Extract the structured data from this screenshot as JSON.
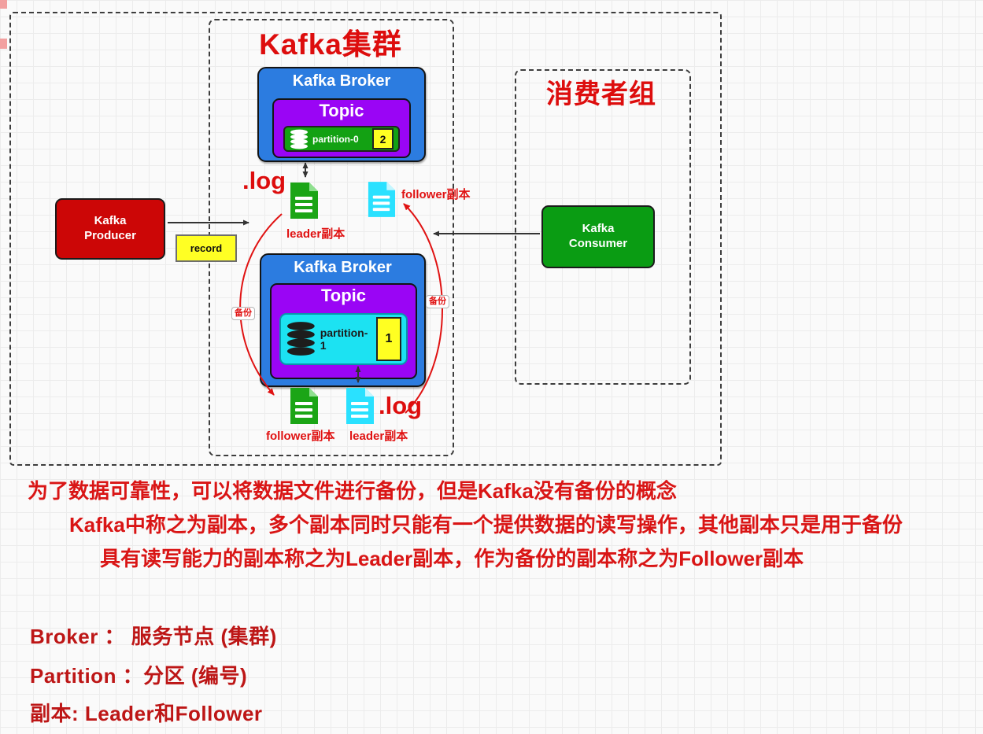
{
  "cluster": {
    "title": "Kafka集群",
    "broker_top": {
      "name": "Kafka Broker",
      "topic": "Topic",
      "partition": "partition-0",
      "badge": "2"
    },
    "broker_bottom": {
      "name": "Kafka Broker",
      "topic": "Topic",
      "partition": "partition-1",
      "badge": "1"
    },
    "log_top": ".log",
    "log_bottom": ".log",
    "leader_top_label": "leader副本",
    "follower_top_label": "follower副本",
    "follower_bottom_label": "follower副本",
    "leader_bottom_label": "leader副本",
    "backup_left_label": "备份",
    "backup_right_label": "备份"
  },
  "producer": {
    "name": "Kafka\nProducer",
    "record": "record"
  },
  "consumer_group": {
    "title": "消费者组",
    "consumer_name": "Kafka\nConsumer"
  },
  "notes": {
    "line1": "为了数据可靠性，可以将数据文件进行备份，但是Kafka没有备份的概念",
    "line2": "Kafka中称之为副本，多个副本同时只能有一个提供数据的读写操作，其他副本只是用于备份",
    "line3": "具有读写能力的副本称之为Leader副本，作为备份的副本称之为Follower副本",
    "def1": "Broker ： 服务节点 (集群)",
    "def2": "Partition ：分区 (编号)",
    "def3": "副本: Leader和Follower"
  },
  "colors": {
    "broker_blue": "#2c7ce0",
    "topic_purple": "#9a05f5",
    "partition_green": "#13a113",
    "partition_cyan": "#1ce2f2",
    "badge_yellow": "#ffff22",
    "producer_red": "#cc0606",
    "consumer_green": "#0a9c13",
    "accent_red": "#dd0d0d"
  }
}
